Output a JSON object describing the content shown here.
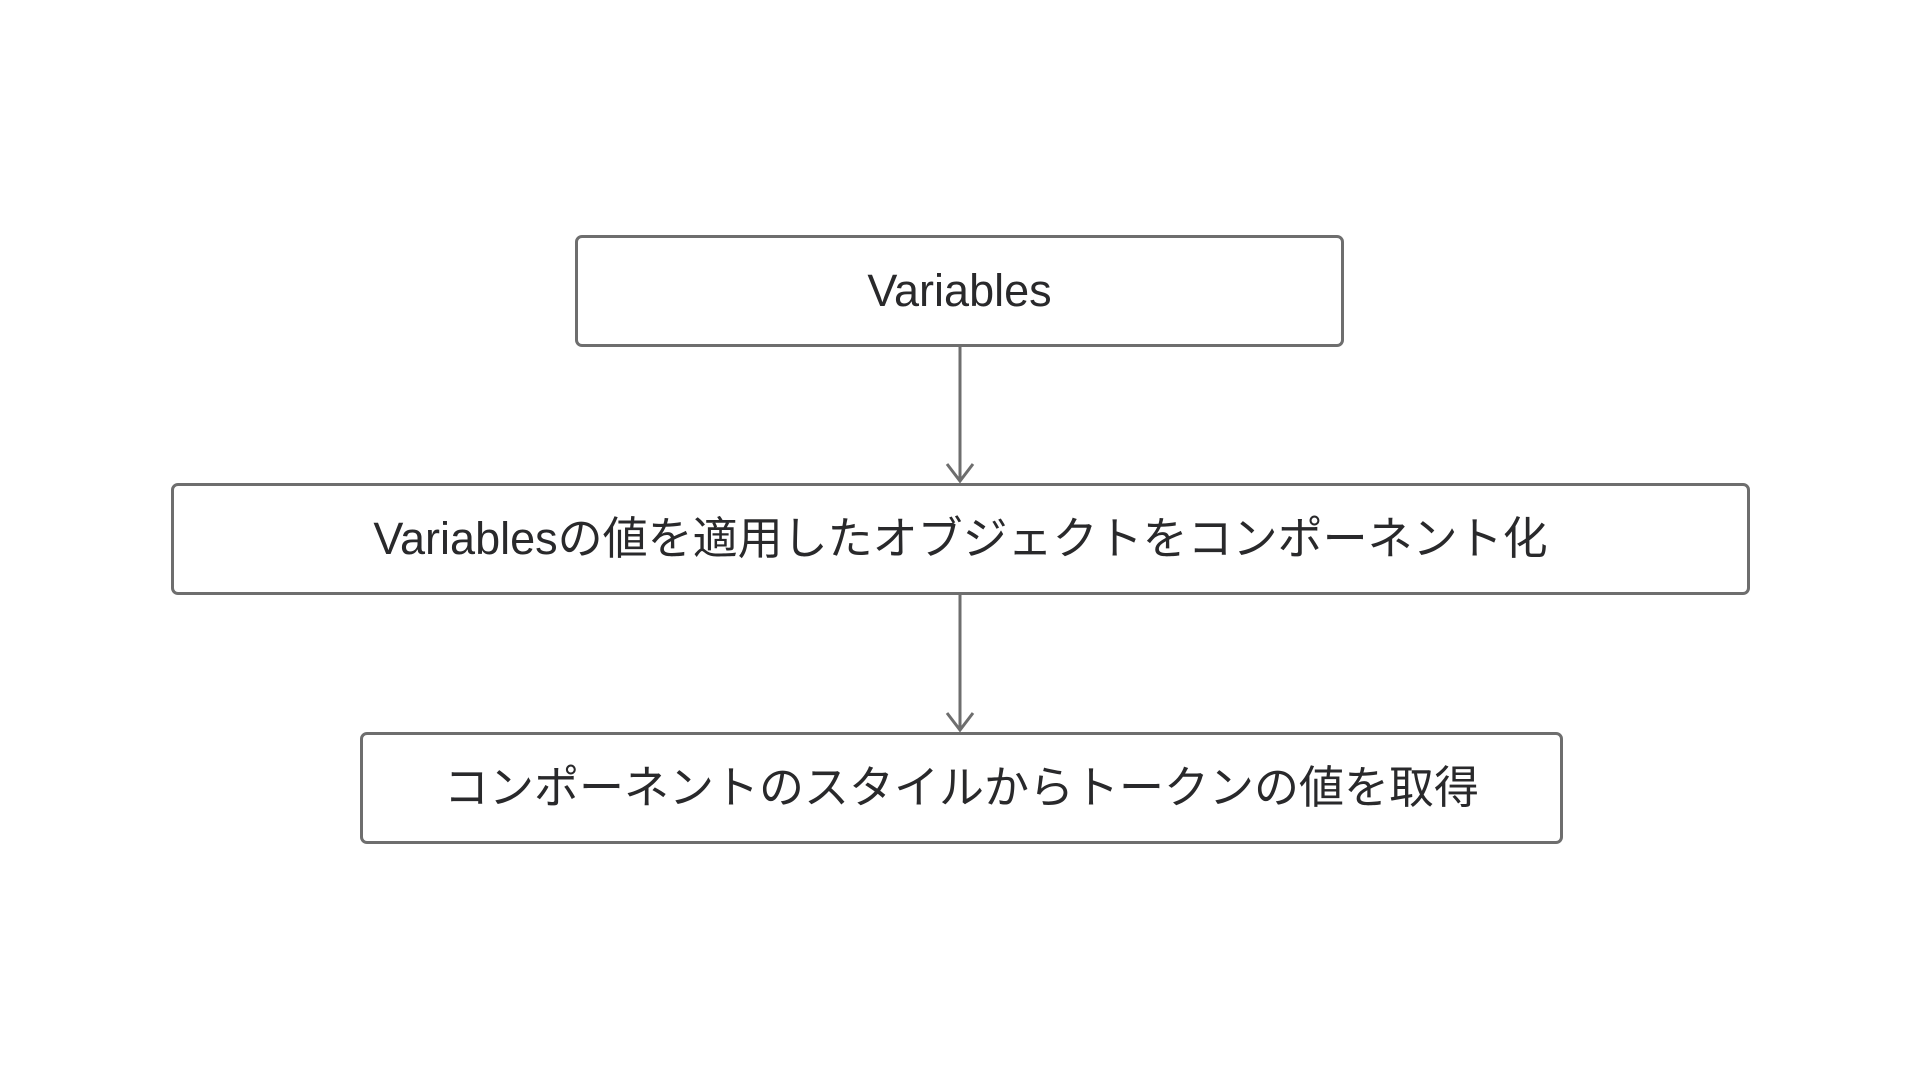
{
  "diagram": {
    "type": "flowchart",
    "direction": "top-to-bottom",
    "background_color": "#ffffff",
    "node_border_color": "#6e6e6e",
    "node_text_color": "#29292b",
    "edge_color": "#6e6e6e",
    "nodes": [
      {
        "id": "variables",
        "label": "Variables",
        "shape": "rounded-rectangle"
      },
      {
        "id": "componentize",
        "label": "Variablesの値を適用したオブジェクトをコンポーネント化",
        "shape": "rounded-rectangle"
      },
      {
        "id": "get-token",
        "label": "コンポーネントのスタイルからトークンの値を取得",
        "shape": "rounded-rectangle"
      }
    ],
    "edges": [
      {
        "id": "edge-1",
        "from": "variables",
        "to": "componentize",
        "label": "",
        "arrowhead": "open-chevron"
      },
      {
        "id": "edge-2",
        "from": "componentize",
        "to": "get-token",
        "label": "",
        "arrowhead": "open-chevron"
      }
    ]
  }
}
